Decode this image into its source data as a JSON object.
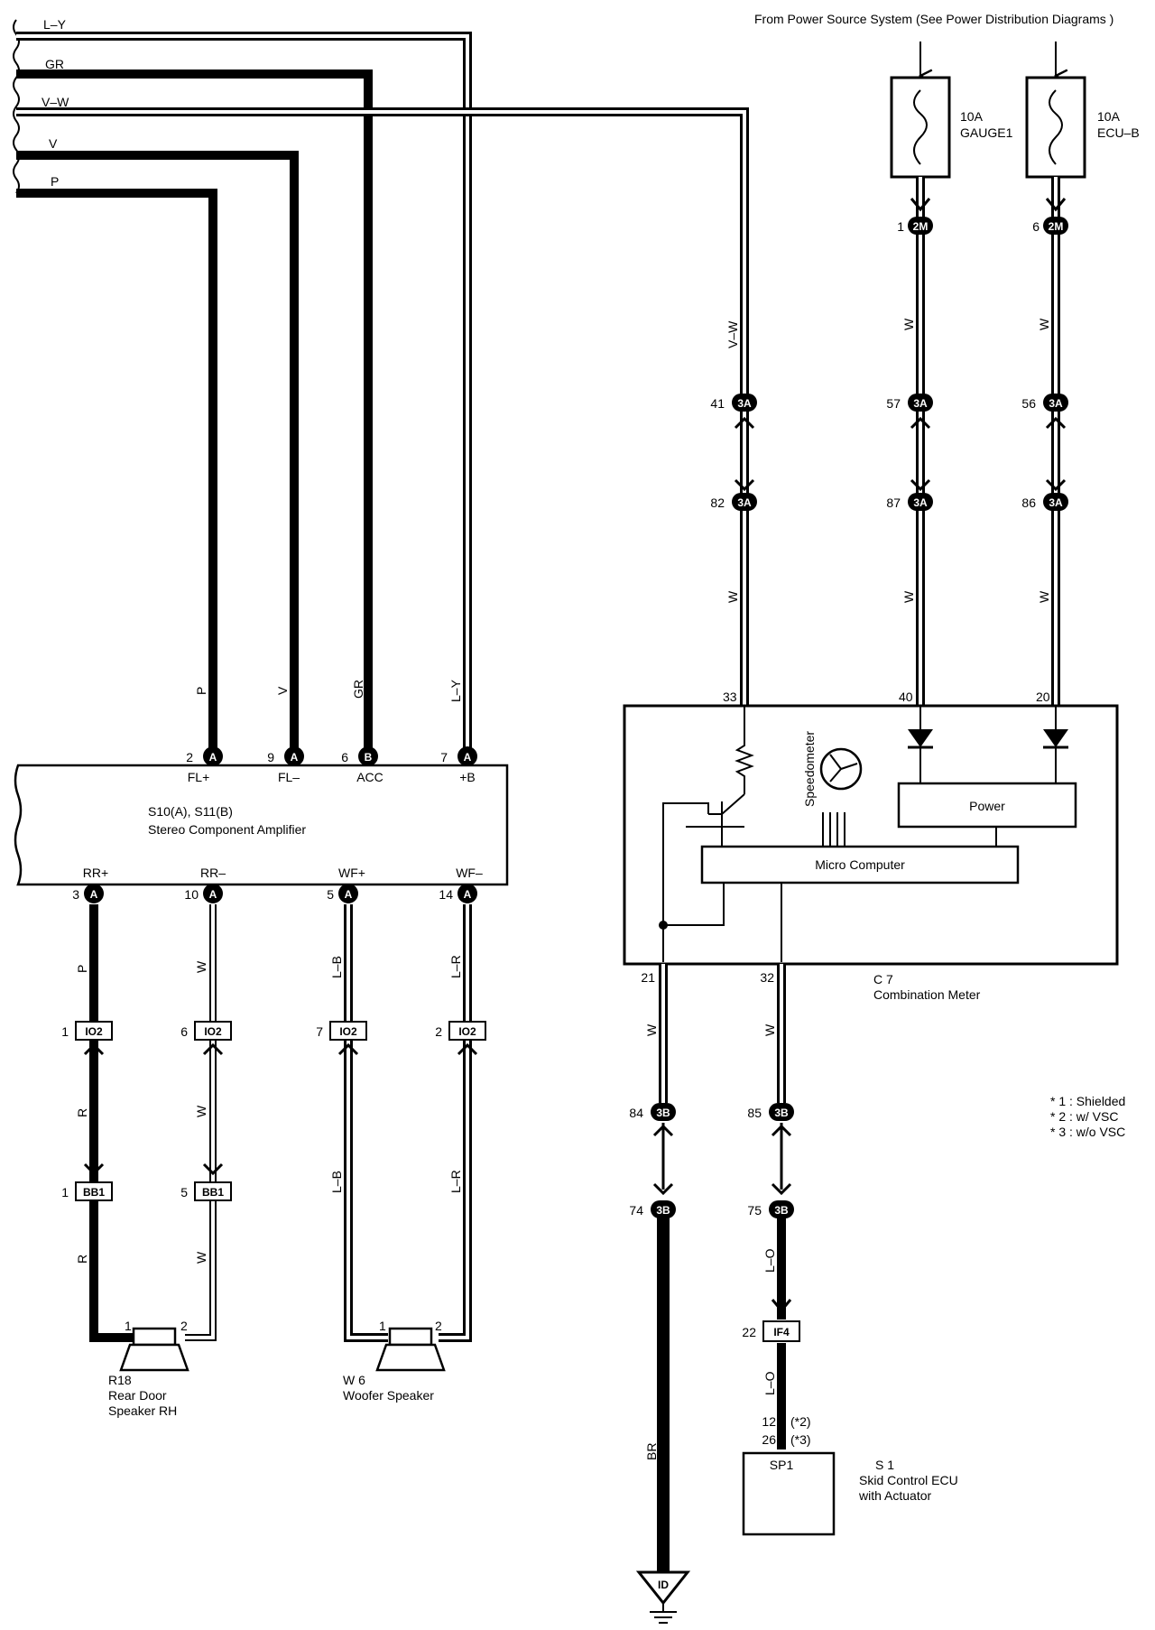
{
  "header": {
    "power_source": "From Power Source System (See Power Distribution Diagrams )"
  },
  "fuses": [
    {
      "rating": "10A",
      "name": "GAUGE1"
    },
    {
      "rating": "10A",
      "name": "ECU–B"
    }
  ],
  "wire_colors": {
    "ly": "L–Y",
    "gr": "GR",
    "vw": "V–W",
    "v": "V",
    "p": "P",
    "w": "W",
    "r": "R",
    "lb": "L–B",
    "lr": "L–R",
    "br": "BR",
    "lo": "L–O"
  },
  "connectors": {
    "c_2m": "2M",
    "c_3a": "3A",
    "c_3b": "3B",
    "c_a": "A",
    "c_b": "B",
    "c_io2": "IO2",
    "c_bb1": "BB1",
    "c_if4": "IF4",
    "c_id": "ID",
    "c_sp1": "SP1"
  },
  "pins": {
    "p1": "1",
    "p2": "2",
    "p3": "3",
    "p5": "5",
    "p6": "6",
    "p7": "7",
    "p9": "9",
    "p10": "10",
    "p14": "14",
    "p20": "20",
    "p21": "21",
    "p22": "22",
    "p32": "32",
    "p33": "33",
    "p40": "40",
    "p41": "41",
    "p56": "56",
    "p57": "57",
    "p74": "74",
    "p75": "75",
    "p82": "82",
    "p84": "84",
    "p85": "85",
    "p86": "86",
    "p87": "87",
    "p12": "12",
    "p26": "26",
    "vsc2": "(*2)",
    "vsc3": "(*3)"
  },
  "amplifier": {
    "code": "S10(A), S11(B)",
    "name": "Stereo Component Amplifier",
    "terminals": {
      "fl_plus": "FL+",
      "fl_minus": "FL–",
      "acc": "ACC",
      "plus_b": "+B",
      "rr_plus": "RR+",
      "rr_minus": "RR–",
      "wf_plus": "WF+",
      "wf_minus": "WF–"
    }
  },
  "meter": {
    "code": "C 7",
    "name": "Combination Meter",
    "speedometer": "Speedometer",
    "power": "Power",
    "micro": "Micro Computer"
  },
  "speakers": [
    {
      "code": "R18",
      "line1": "Rear Door",
      "line2": "Speaker RH"
    },
    {
      "code": "W 6",
      "line1": "Woofer Speaker"
    }
  ],
  "ecu": {
    "code": "S 1",
    "line1": "Skid Control ECU",
    "line2": "with Actuator"
  },
  "notes": [
    "* 1 : Shielded",
    "* 2 : w/ VSC",
    "* 3 : w/o VSC"
  ]
}
